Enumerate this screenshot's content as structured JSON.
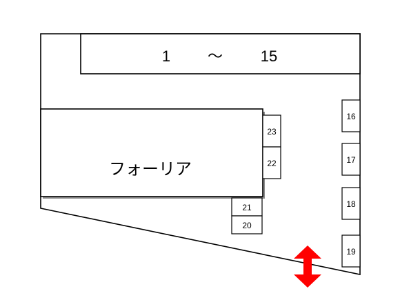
{
  "row_label": {
    "start": "1",
    "tilde": "～",
    "end": "15"
  },
  "building_name": "フォーリア",
  "spaces": {
    "s16": "16",
    "s17": "17",
    "s18": "18",
    "s19": "19",
    "s20": "20",
    "s21": "21",
    "s22": "22",
    "s23": "23"
  },
  "colors": {
    "line": "#000000",
    "arrow": "#ff0000",
    "shadow": "#8c8c8c"
  }
}
